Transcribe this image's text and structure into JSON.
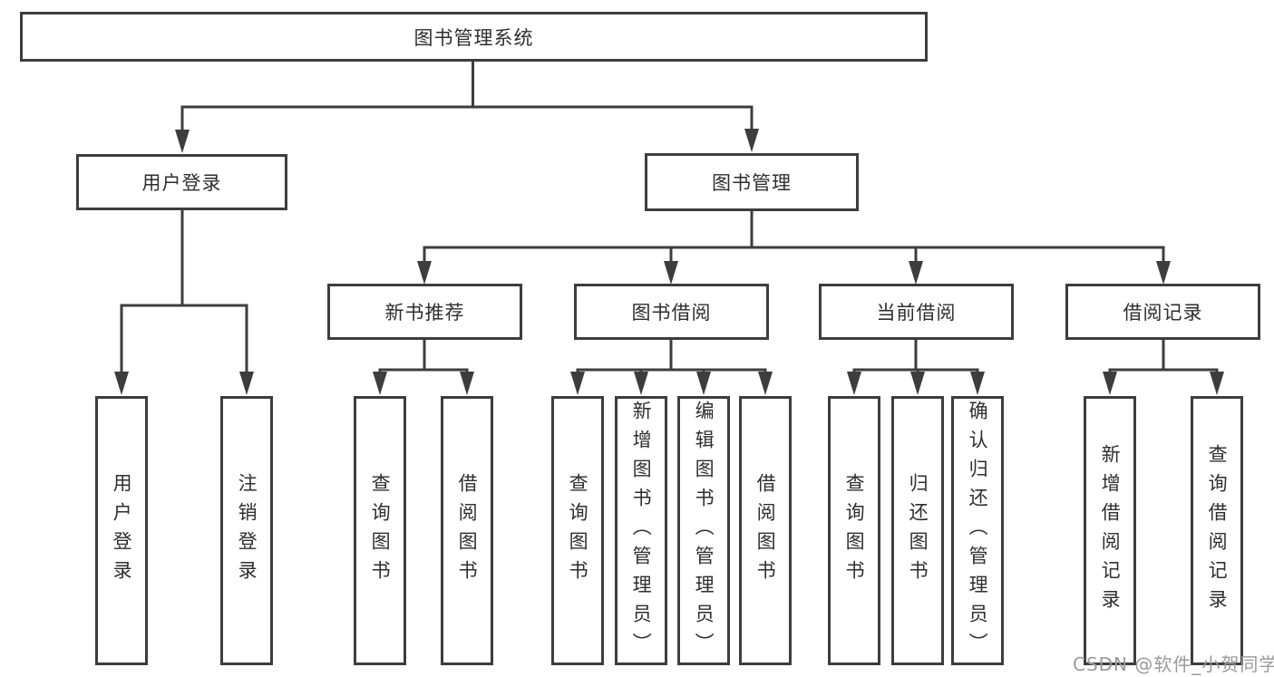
{
  "diagram": {
    "root": {
      "label": "图书管理系统"
    },
    "level2": [
      {
        "label": "用户登录"
      },
      {
        "label": "图书管理"
      }
    ],
    "level3": [
      {
        "label": "新书推荐"
      },
      {
        "label": "图书借阅"
      },
      {
        "label": "当前借阅"
      },
      {
        "label": "借阅记录"
      }
    ],
    "leaves": {
      "user_login": [
        "用户登录",
        "注销登录"
      ],
      "new_books": [
        "查询图书",
        "借阅图书"
      ],
      "book_borrow": [
        "查询图书",
        "新增图书（管理员）",
        "编辑图书（管理员）",
        "借阅图书"
      ],
      "current_borrow": [
        "查询图书",
        "归还图书",
        "确认归还（管理员）"
      ],
      "borrow_records": [
        "新增借阅记录",
        "查询借阅记录"
      ]
    },
    "colors": {
      "stroke": "#3d3d3d",
      "text": "#2e2e2e",
      "watermark": "#9a9a9a",
      "background": "#ffffff"
    }
  },
  "watermark": {
    "text": "CSDN @软件_小贺同学"
  }
}
